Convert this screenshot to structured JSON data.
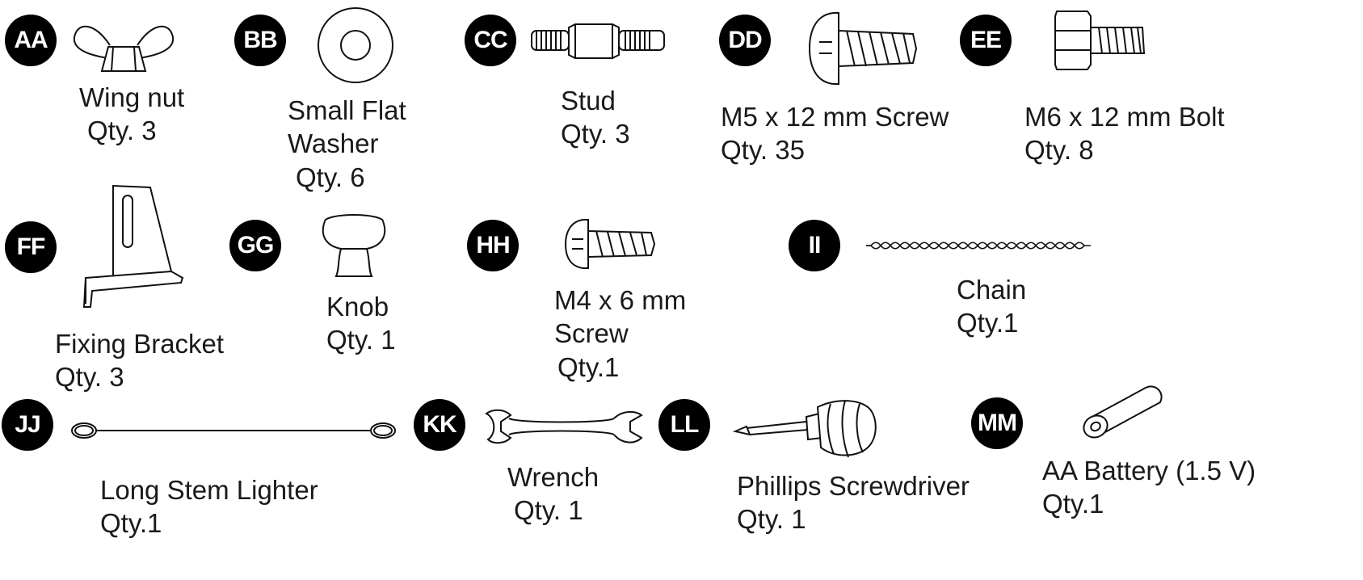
{
  "parts": [
    {
      "code": "AA",
      "name": "Wing nut",
      "qty": "Qty. 3"
    },
    {
      "code": "BB",
      "name": "Small Flat\nWasher",
      "qty": "Qty. 6"
    },
    {
      "code": "CC",
      "name": "Stud",
      "qty": "Qty. 3"
    },
    {
      "code": "DD",
      "name": "M5 x 12 mm Screw",
      "qty": "Qty. 35"
    },
    {
      "code": "EE",
      "name": "M6 x 12 mm Bolt",
      "qty": "Qty. 8"
    },
    {
      "code": "FF",
      "name": "Fixing Bracket",
      "qty": "Qty. 3"
    },
    {
      "code": "GG",
      "name": "Knob",
      "qty": "Qty. 1"
    },
    {
      "code": "HH",
      "name": "M4 x 6 mm\nScrew",
      "qty": "Qty.1"
    },
    {
      "code": "II",
      "name": "Chain",
      "qty": "Qty.1"
    },
    {
      "code": "JJ",
      "name": "Long Stem Lighter",
      "qty": "Qty.1"
    },
    {
      "code": "KK",
      "name": "Wrench",
      "qty": "Qty. 1"
    },
    {
      "code": "LL",
      "name": "Phillips Screwdriver",
      "qty": "Qty. 1"
    },
    {
      "code": "MM",
      "name": "AA Battery (1.5 V)",
      "qty": "Qty.1"
    }
  ],
  "icons": [
    "wing-nut-icon",
    "washer-icon",
    "stud-icon",
    "screw-icon",
    "bolt-icon",
    "bracket-icon",
    "knob-icon",
    "small-screw-icon",
    "chain-icon",
    "lighter-icon",
    "wrench-icon",
    "screwdriver-icon",
    "battery-icon"
  ]
}
